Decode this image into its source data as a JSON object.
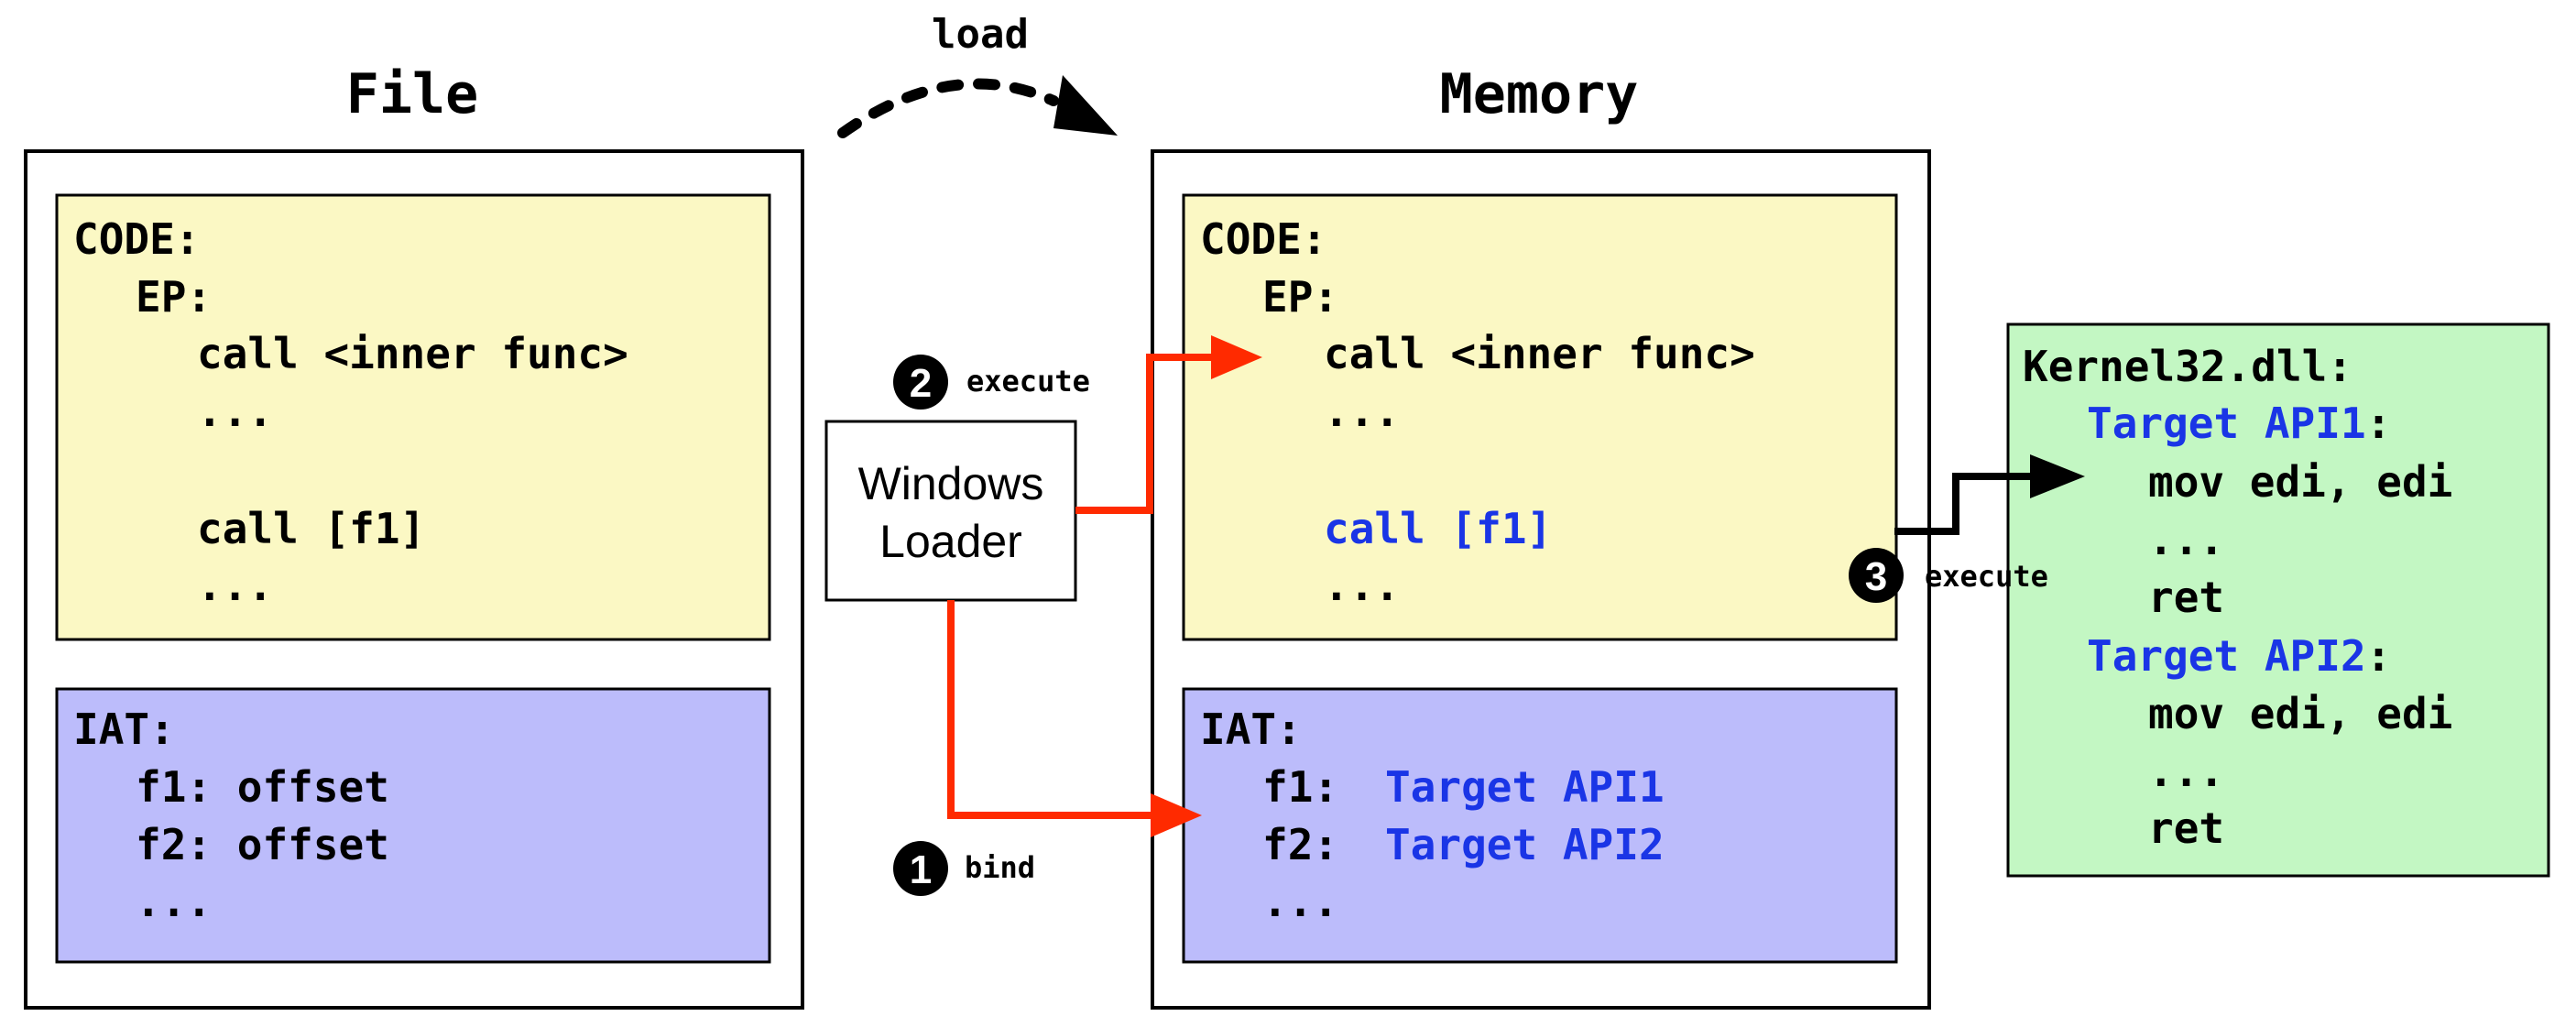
{
  "colors": {
    "code_bg": "#fbf8c4",
    "iat_bg": "#bcbcfb",
    "dll_bg": "#c3f7c3",
    "arrow_red": "#ff2a00",
    "highlight_blue": "#1a35e6"
  },
  "header": {
    "file_title": "File",
    "memory_title": "Memory",
    "load_label": "load"
  },
  "file": {
    "code": [
      "CODE:",
      "EP:",
      "call <inner func>",
      "...",
      "call [f1]",
      "..."
    ],
    "iat": [
      "IAT:",
      "f1: offset",
      "f2: offset",
      "..."
    ]
  },
  "memory": {
    "code": [
      "CODE:",
      "EP:",
      "call <inner func>",
      "...",
      "call [f1]",
      "..."
    ],
    "iat_title": "IAT:",
    "iat_f1_key": "f1:",
    "iat_f1_val": "Target API1",
    "iat_f2_key": "f2:",
    "iat_f2_val": "Target API2",
    "iat_more": "..."
  },
  "loader": {
    "line1": "Windows",
    "line2": "Loader"
  },
  "steps": [
    {
      "num": "1",
      "label": "bind"
    },
    {
      "num": "2",
      "label": "execute"
    },
    {
      "num": "3",
      "label": "execute"
    }
  ],
  "dll": {
    "title": "Kernel32.dll:",
    "api1": "Target API1",
    "api1_colon": ":",
    "api2": "Target API2",
    "api2_colon": ":",
    "body": [
      "mov edi, edi",
      "...",
      "ret"
    ]
  }
}
